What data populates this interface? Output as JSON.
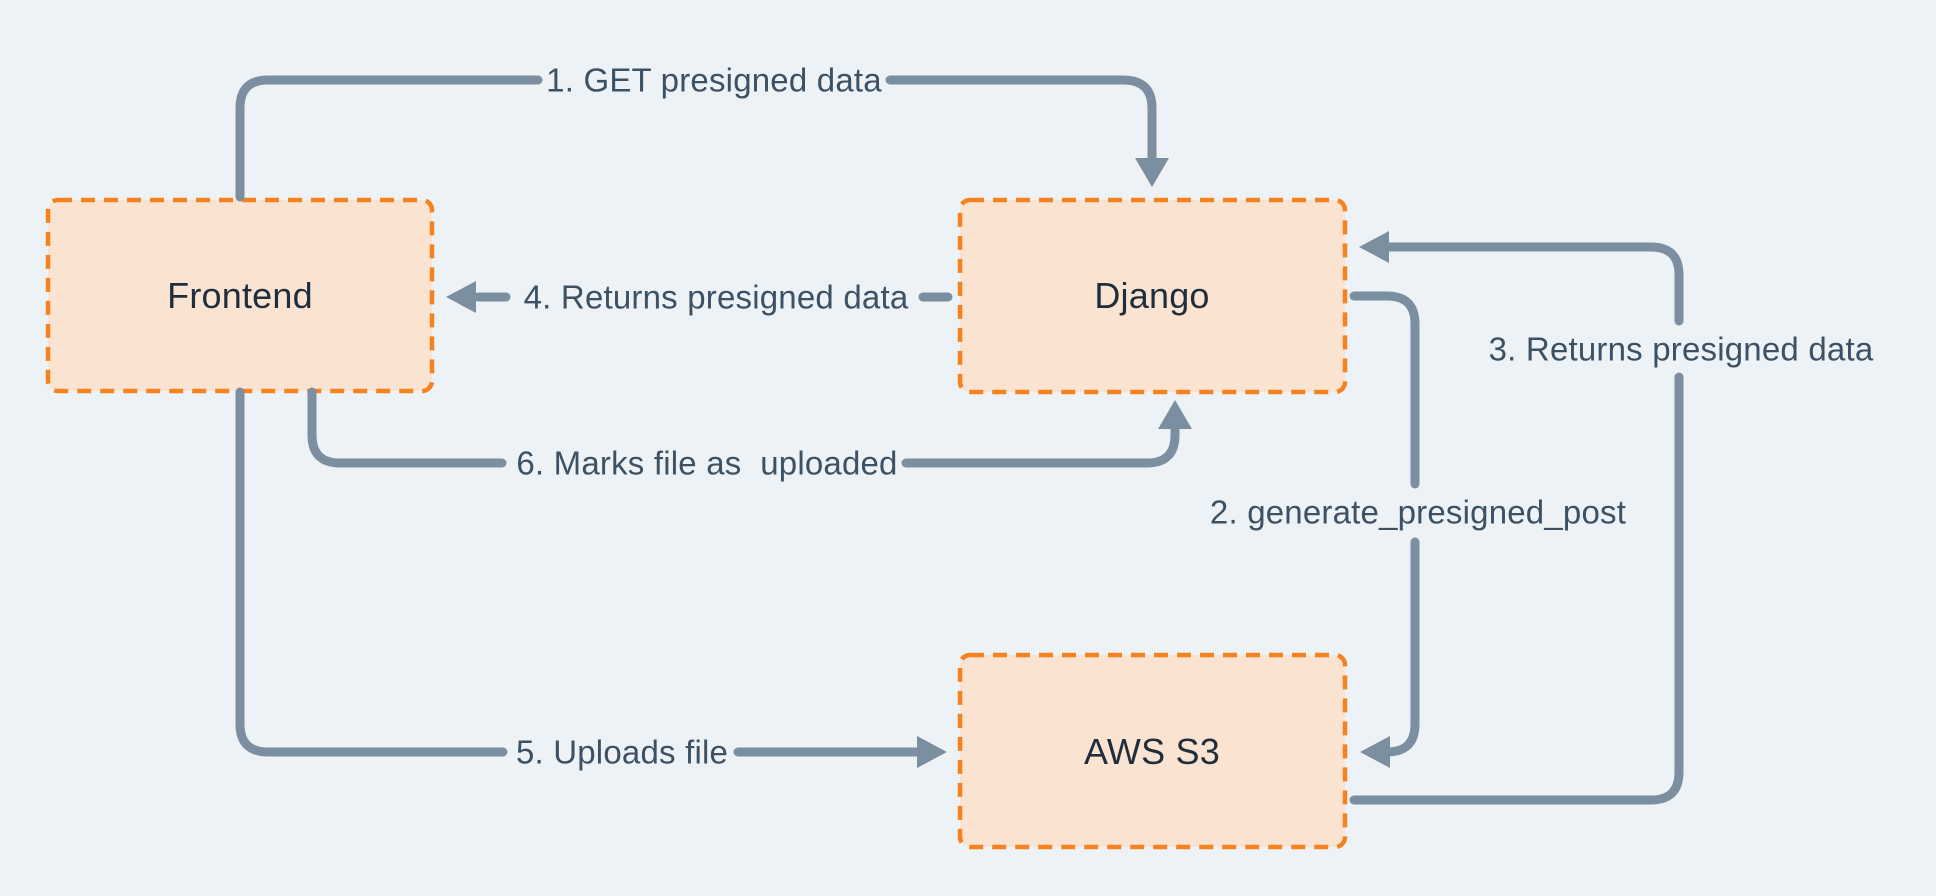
{
  "diagram": {
    "nodes": [
      {
        "id": "frontend",
        "label": "Frontend"
      },
      {
        "id": "django",
        "label": "Django"
      },
      {
        "id": "aws_s3",
        "label": "AWS S3"
      }
    ],
    "edges": [
      {
        "id": "1",
        "label": "1. GET presigned data",
        "from": "frontend",
        "to": "django"
      },
      {
        "id": "2",
        "label": "2. generate_presigned_post",
        "from": "django",
        "to": "aws_s3"
      },
      {
        "id": "3",
        "label": "3. Returns presigned data",
        "from": "aws_s3",
        "to": "django"
      },
      {
        "id": "4",
        "label": "4. Returns presigned data",
        "from": "django",
        "to": "frontend"
      },
      {
        "id": "5",
        "label": "5. Uploads file",
        "from": "frontend",
        "to": "aws_s3"
      },
      {
        "id": "6",
        "label": "6. Marks file as  uploaded",
        "from": "frontend",
        "to": "django"
      }
    ],
    "colors": {
      "canvas_bg": "#edf2f6",
      "node_fill": "#fbe3d1",
      "node_border": "#f5821f",
      "connector": "#7b8fa0",
      "edge_text": "#3c5164",
      "node_text": "#1f2e3d"
    }
  }
}
